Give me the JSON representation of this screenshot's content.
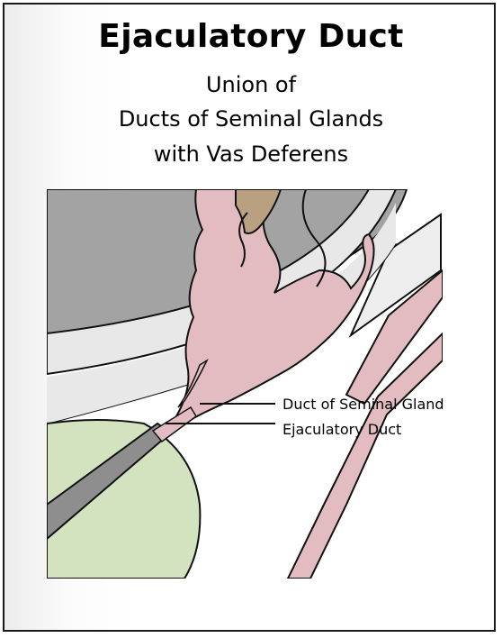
{
  "figure": {
    "title": "Ejaculatory Duct",
    "subtitle_lines": [
      "Union of",
      "Ducts of Seminal Glands",
      "with Vas Deferens"
    ],
    "labels": {
      "duct_of_seminal_gland": "Duct of  Seminal Gland",
      "ejaculatory_duct": "Ejaculatory Duct"
    }
  },
  "colors": {
    "bladder_gray": "#a3a3a3",
    "seminal_pink": "#e3bcc2",
    "prostate_green": "#d3e3c0",
    "vas_band": "#e8e8e8",
    "ampulla_brown": "#b8a080",
    "outline": "#111111"
  }
}
